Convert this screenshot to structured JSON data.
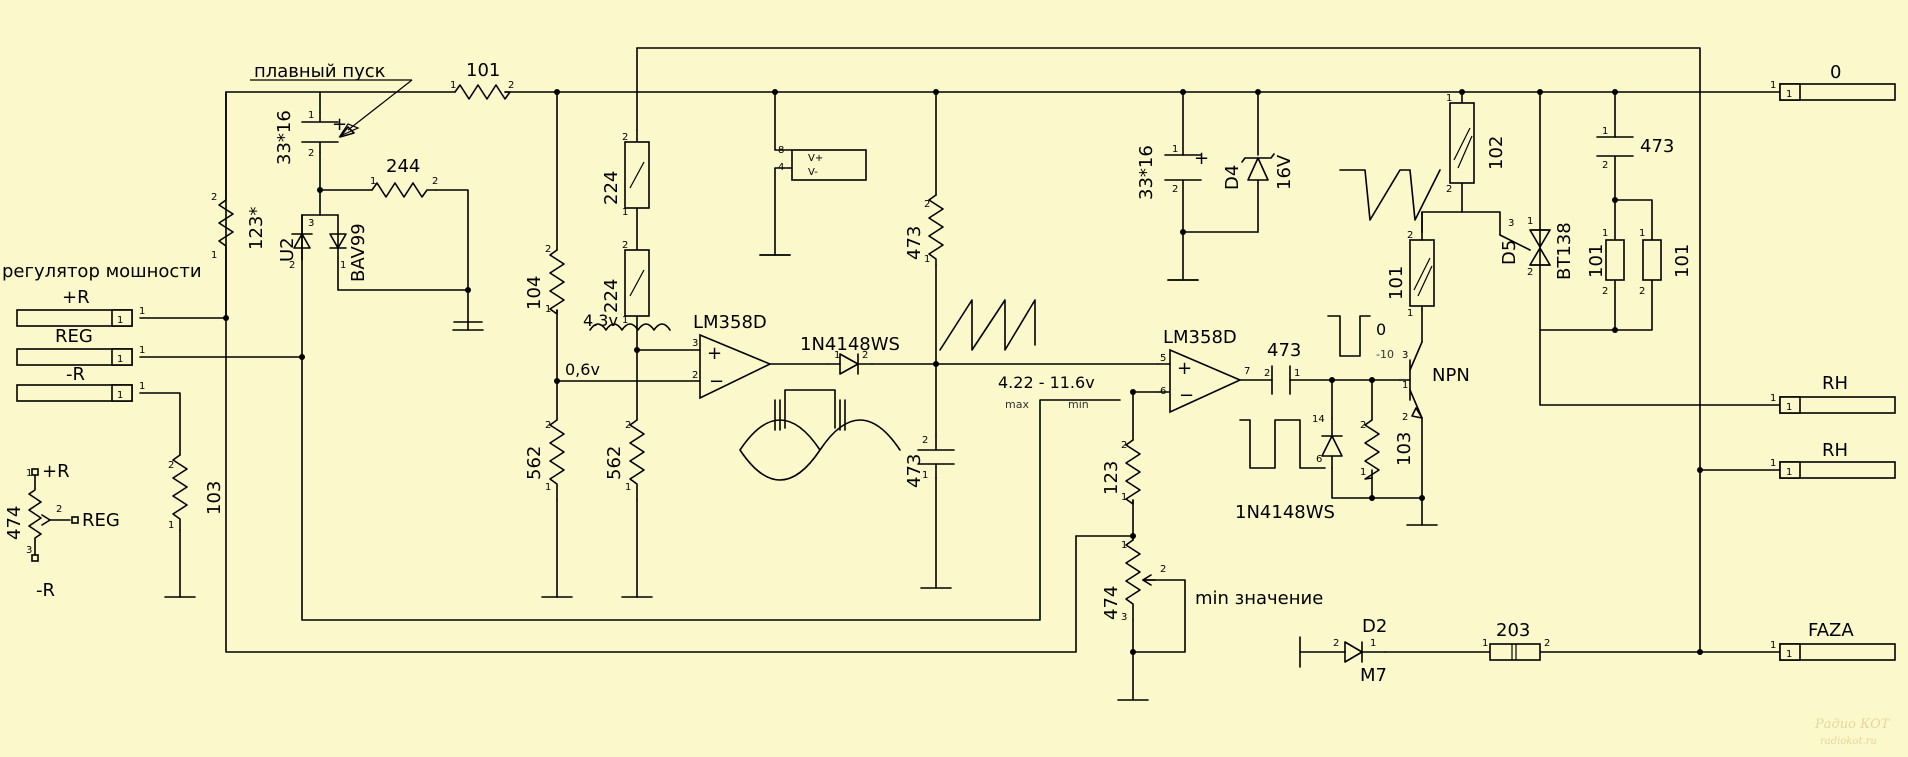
{
  "colors": {
    "background": "#FBF8CC",
    "wire": "#000000",
    "watermark": "#E6D69A"
  },
  "labels": {
    "soft_start": "плавный пуск",
    "power_regulator": "регулятор мошности",
    "plus_r": "+R",
    "reg": "REG",
    "minus_r": "-R",
    "pot_plus_r": "+R",
    "pot_reg": "REG",
    "pot_minus_r": "-R",
    "v43": "4.3v",
    "v06": "0,6v",
    "range": "4.22 - 11.6v",
    "max": "max",
    "min": "min",
    "min_value": "min значение",
    "pulse_zero": "0",
    "pulse_neg": "-10"
  },
  "connectors": {
    "zero": "0",
    "rh1": "RH",
    "rh2": "RH",
    "faza": "FAZA",
    "pin": "1"
  },
  "components": {
    "r_101_top": "101",
    "c_33x16_left": "33*16",
    "r_244": "244",
    "r_123_star": "123*",
    "u2": "U2",
    "bav99": "BAV99",
    "r_103_left": "103",
    "pot_474_left": "474",
    "r_104": "104",
    "r_562_a": "562",
    "r_224_a": "224",
    "r_224_b": "224",
    "r_562_b": "562",
    "op1": "LM358D",
    "d_1n4148_a": "1N4148WS",
    "r_473_mid": "473",
    "c_473_mid": "473",
    "op2": "LM358D",
    "c_473_coupling": "473",
    "r_123_mid": "123",
    "pot_474_mid": "474",
    "d_1n4148_b": "1N4148WS",
    "r_103_right": "103",
    "c_33x16_right": "33*16",
    "d4": "D4",
    "d4_v": "16V",
    "r_102": "102",
    "r_101_mid": "101",
    "npn": "NPN",
    "d5": "D5",
    "bt138": "BT138",
    "r_101_r1": "101",
    "r_101_r2": "101",
    "c_473_right": "473",
    "d2": "D2",
    "m7": "M7",
    "r_203": "203"
  },
  "pins": {
    "p1": "1",
    "p2": "2",
    "p3": "3",
    "p4": "4",
    "p5": "5",
    "p6": "6",
    "p7": "7",
    "p8": "8",
    "p14": "14",
    "vplus": "V+",
    "vminus": "V-"
  },
  "watermark": {
    "title": "Радио КОТ",
    "site": "radiokot.ru"
  }
}
